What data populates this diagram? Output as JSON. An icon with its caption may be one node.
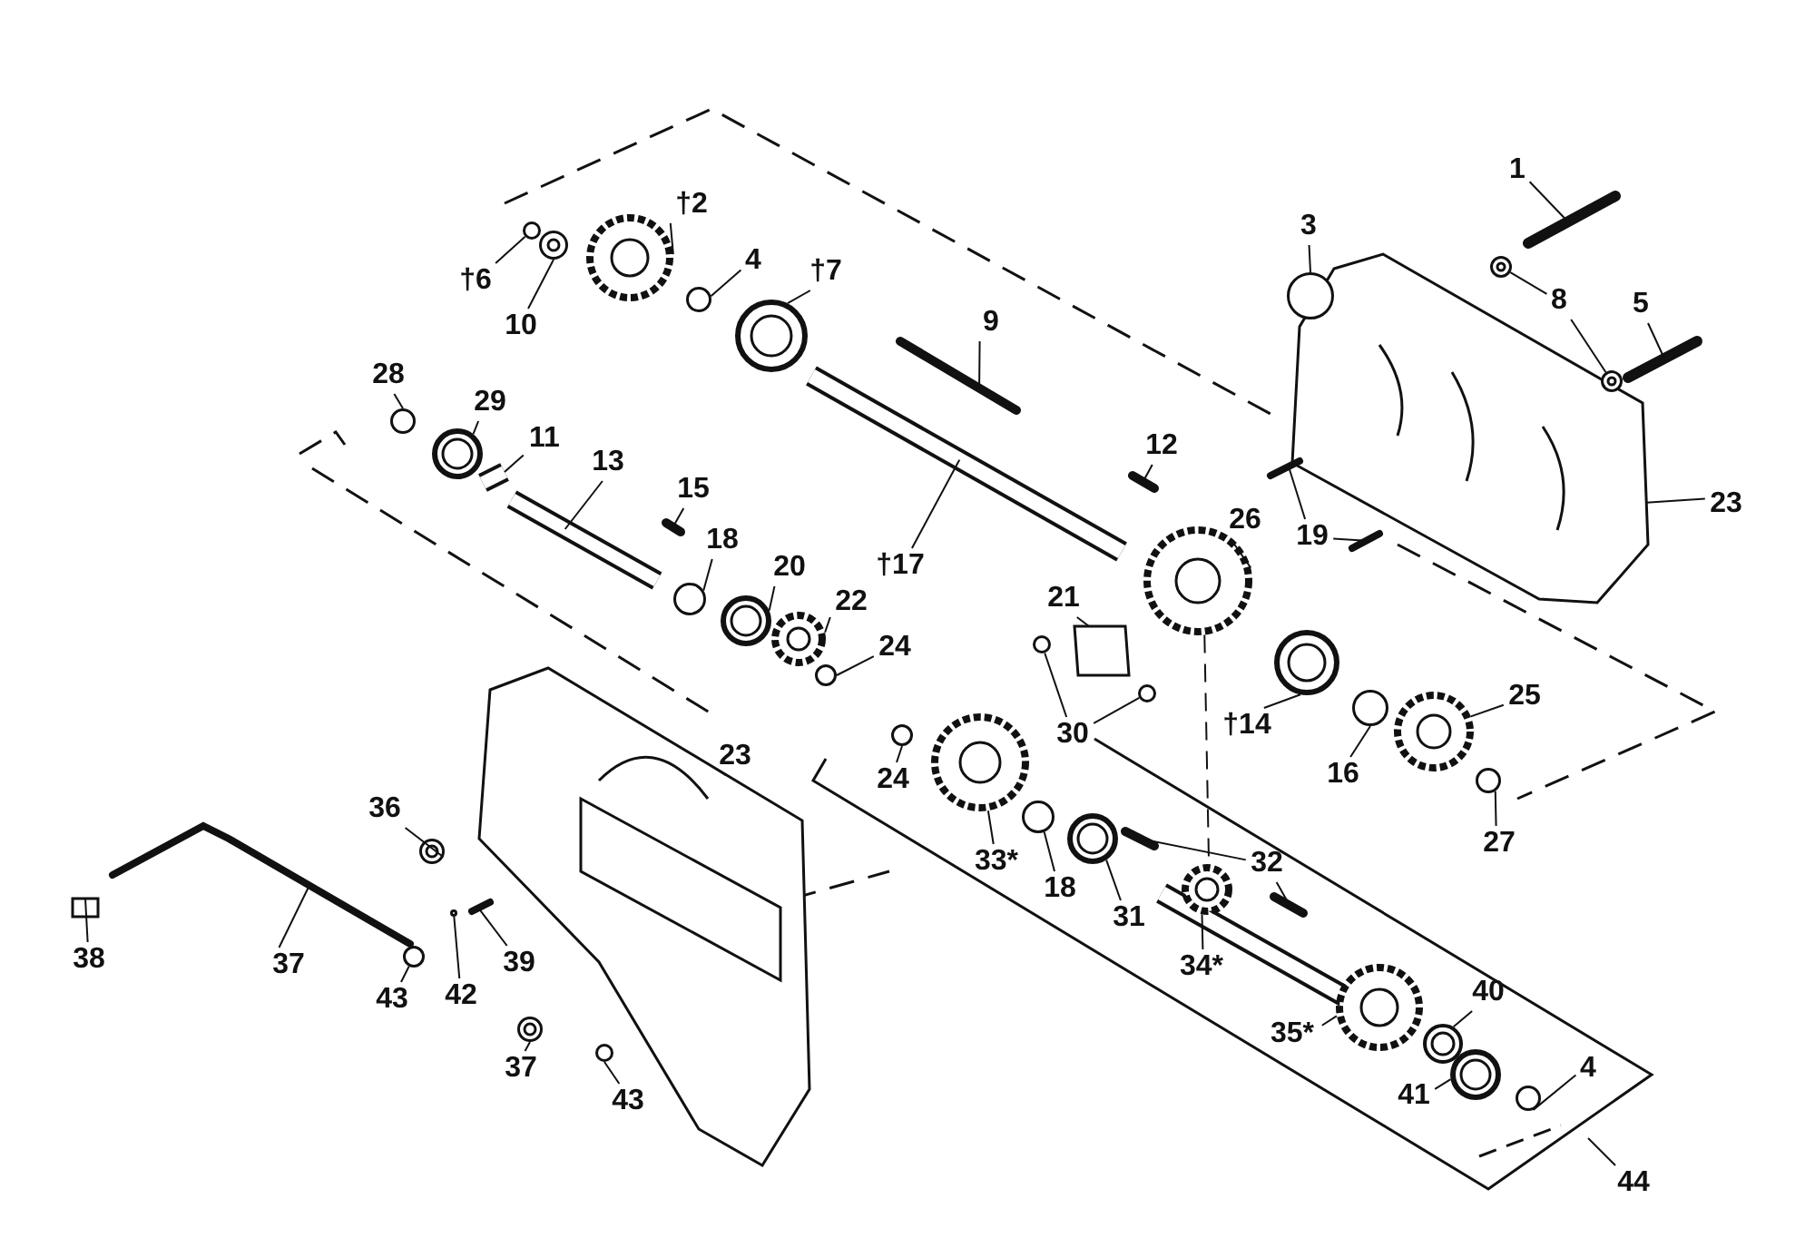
{
  "diagram": {
    "nodes": [
      {
        "text": [
          "1"
        ]
      },
      {
        "text": [
          "†2"
        ]
      },
      {
        "text": [
          "3"
        ]
      },
      {
        "text": [
          "4"
        ]
      },
      {
        "text": [
          "†6"
        ]
      },
      {
        "text": [
          "10"
        ]
      },
      {
        "text": [
          "†7"
        ]
      },
      {
        "text": [
          "8"
        ]
      },
      {
        "text": [
          "5"
        ]
      },
      {
        "text": [
          "9"
        ]
      },
      {
        "text": [
          "28"
        ]
      },
      {
        "text": [
          "29"
        ]
      },
      {
        "text": [
          "11"
        ]
      },
      {
        "text": [
          "13"
        ]
      },
      {
        "text": [
          "12"
        ]
      },
      {
        "text": [
          "15"
        ]
      },
      {
        "text": [
          "†17"
        ]
      },
      {
        "text": [
          "26"
        ]
      },
      {
        "text": [
          "18"
        ]
      },
      {
        "text": [
          "19"
        ]
      },
      {
        "text": [
          "20"
        ]
      },
      {
        "text": [
          "21"
        ]
      },
      {
        "text": [
          "22"
        ]
      },
      {
        "text": [
          "23"
        ]
      },
      {
        "text": [
          "24"
        ]
      },
      {
        "text": [
          "25"
        ]
      },
      {
        "text": [
          "30"
        ]
      },
      {
        "text": [
          "†14"
        ]
      },
      {
        "text": [
          "16"
        ]
      },
      {
        "text": [
          "24"
        ]
      },
      {
        "text": [
          "27"
        ]
      },
      {
        "text": [
          "23"
        ]
      },
      {
        "text": [
          "33*"
        ]
      },
      {
        "text": [
          "18"
        ]
      },
      {
        "text": [
          "32"
        ]
      },
      {
        "text": [
          "36"
        ]
      },
      {
        "text": [
          "31"
        ]
      },
      {
        "text": [
          "38"
        ]
      },
      {
        "text": [
          "37"
        ]
      },
      {
        "text": [
          "43"
        ]
      },
      {
        "text": [
          "42"
        ]
      },
      {
        "text": [
          "39"
        ]
      },
      {
        "text": [
          "34*"
        ]
      },
      {
        "text": [
          "40"
        ]
      },
      {
        "text": [
          "35*"
        ]
      },
      {
        "text": [
          "37"
        ]
      },
      {
        "text": [
          "43"
        ]
      },
      {
        "text": [
          "41"
        ]
      },
      {
        "text": [
          "4"
        ]
      },
      {
        "text": [
          "44"
        ]
      },
      {
        "text": [],
        "shape": "bar"
      },
      {
        "text": [],
        "shape": "gear"
      },
      {
        "text": [],
        "shape": "circle"
      },
      {
        "text": [],
        "shape": "circle"
      },
      {
        "text": [],
        "shape": "circle"
      },
      {
        "text": [],
        "shape": "circle"
      },
      {
        "text": [],
        "shape": "circle"
      },
      {
        "text": [],
        "shape": "circle"
      },
      {
        "text": [],
        "shape": "circle"
      },
      {
        "text": [],
        "shape": "bar"
      },
      {
        "text": [],
        "shape": "bar"
      },
      {
        "text": [],
        "shape": "circle"
      },
      {
        "text": [],
        "shape": "circle"
      },
      {
        "text": [],
        "shape": "bar"
      },
      {
        "text": [],
        "shape": "bar"
      },
      {
        "text": [],
        "shape": "bar"
      },
      {
        "text": [],
        "shape": "bar"
      },
      {
        "text": [],
        "shape": "bar"
      },
      {
        "text": [],
        "shape": "gear"
      },
      {
        "text": [],
        "shape": "circle"
      },
      {
        "text": [],
        "shape": "bar"
      },
      {
        "text": [],
        "shape": "bar"
      },
      {
        "text": [],
        "shape": "circle"
      },
      {
        "text": [],
        "shape": "box"
      },
      {
        "text": [],
        "shape": "gear"
      },
      {
        "text": [],
        "shape": "box"
      },
      {
        "text": [],
        "shape": "circle"
      },
      {
        "text": [],
        "shape": "gear"
      },
      {
        "text": [],
        "shape": "circle"
      },
      {
        "text": [],
        "shape": "circle"
      },
      {
        "text": [],
        "shape": "circle"
      },
      {
        "text": [],
        "shape": "circle"
      },
      {
        "text": [],
        "shape": "circle"
      },
      {
        "text": [],
        "shape": "circle"
      },
      {
        "text": [],
        "shape": "box"
      },
      {
        "text": [],
        "shape": "gear"
      },
      {
        "text": [],
        "shape": "circle"
      },
      {
        "text": [],
        "shape": "bar"
      },
      {
        "text": [],
        "shape": "bar"
      },
      {
        "text": [],
        "shape": "circle"
      },
      {
        "text": [],
        "shape": "circle"
      },
      {
        "text": [],
        "shape": "box"
      },
      {
        "text": [],
        "shape": "bar"
      },
      {
        "text": [],
        "shape": "circle"
      },
      {
        "text": [],
        "shape": "circle"
      },
      {
        "text": [],
        "shape": "bar"
      },
      {
        "text": [],
        "shape": "gear"
      },
      {
        "text": [],
        "shape": "circle"
      },
      {
        "text": [],
        "shape": "gear"
      },
      {
        "text": [],
        "shape": "circle"
      },
      {
        "text": [],
        "shape": "circle"
      },
      {
        "text": [],
        "shape": "circle"
      },
      {
        "text": [],
        "shape": "circle"
      }
    ],
    "edges": [
      {
        "from": 0,
        "to": 50,
        "arrow": "none"
      },
      {
        "from": 1,
        "to": 51,
        "arrow": "none"
      },
      {
        "from": 2,
        "to": 52,
        "arrow": "none"
      },
      {
        "from": 3,
        "to": 53,
        "arrow": "none"
      },
      {
        "from": 4,
        "to": 54,
        "arrow": "none"
      },
      {
        "from": 5,
        "to": 55,
        "arrow": "none"
      },
      {
        "from": 6,
        "to": 56,
        "arrow": "none"
      },
      {
        "from": 7,
        "to": 57,
        "arrow": "none"
      },
      {
        "from": 7,
        "to": 58,
        "arrow": "none"
      },
      {
        "from": 8,
        "to": 59,
        "arrow": "none"
      },
      {
        "from": 9,
        "to": 60,
        "arrow": "none"
      },
      {
        "from": 10,
        "to": 61,
        "arrow": "none"
      },
      {
        "from": 11,
        "to": 62,
        "arrow": "none"
      },
      {
        "from": 12,
        "to": 64,
        "arrow": "none"
      },
      {
        "from": 13,
        "to": 63,
        "arrow": "none"
      },
      {
        "from": 14,
        "to": 65,
        "arrow": "none"
      },
      {
        "from": 15,
        "to": 66,
        "arrow": "none"
      },
      {
        "from": 16,
        "to": 67,
        "arrow": "none"
      },
      {
        "from": 17,
        "to": 68,
        "arrow": "none"
      },
      {
        "from": 18,
        "to": 69,
        "arrow": "none"
      },
      {
        "from": 19,
        "to": 70,
        "arrow": "none"
      },
      {
        "from": 19,
        "to": 71,
        "arrow": "none"
      },
      {
        "from": 20,
        "to": 72,
        "arrow": "none"
      },
      {
        "from": 21,
        "to": 73,
        "arrow": "none"
      },
      {
        "from": 22,
        "to": 74,
        "arrow": "none"
      },
      {
        "from": 23,
        "to": 75,
        "arrow": "none"
      },
      {
        "from": 24,
        "to": 76,
        "arrow": "none"
      },
      {
        "from": 25,
        "to": 77,
        "arrow": "none"
      },
      {
        "from": 26,
        "to": 78,
        "arrow": "none"
      },
      {
        "from": 26,
        "to": 79,
        "arrow": "none"
      },
      {
        "from": 27,
        "to": 80,
        "arrow": "none"
      },
      {
        "from": 28,
        "to": 81,
        "arrow": "none"
      },
      {
        "from": 29,
        "to": 82,
        "arrow": "none"
      },
      {
        "from": 30,
        "to": 83,
        "arrow": "none"
      },
      {
        "from": 31,
        "to": 84,
        "arrow": "none"
      },
      {
        "from": 32,
        "to": 85,
        "arrow": "none"
      },
      {
        "from": 33,
        "to": 86,
        "arrow": "none"
      },
      {
        "from": 34,
        "to": 87,
        "arrow": "none"
      },
      {
        "from": 34,
        "to": 88,
        "arrow": "none"
      },
      {
        "from": 35,
        "to": 89,
        "arrow": "none"
      },
      {
        "from": 36,
        "to": 90,
        "arrow": "none"
      },
      {
        "from": 37,
        "to": 91,
        "arrow": "none"
      },
      {
        "from": 38,
        "to": 92,
        "arrow": "none"
      },
      {
        "from": 39,
        "to": 93,
        "arrow": "none"
      },
      {
        "from": 40,
        "to": 94,
        "arrow": "none"
      },
      {
        "from": 41,
        "to": 95,
        "arrow": "none"
      },
      {
        "from": 42,
        "to": 96,
        "arrow": "none"
      },
      {
        "from": 43,
        "to": 97,
        "arrow": "none"
      },
      {
        "from": 44,
        "to": 98,
        "arrow": "none"
      },
      {
        "from": 45,
        "to": 99,
        "arrow": "none"
      },
      {
        "from": 46,
        "to": 100,
        "arrow": "none"
      },
      {
        "from": 47,
        "to": 101,
        "arrow": "none"
      },
      {
        "from": 48,
        "to": 102,
        "arrow": "none"
      },
      {
        "from": 49,
        "to": null,
        "arrow": "none"
      },
      {
        "from": 68,
        "to": 96,
        "arrow": "none",
        "style": "dashed"
      }
    ]
  }
}
